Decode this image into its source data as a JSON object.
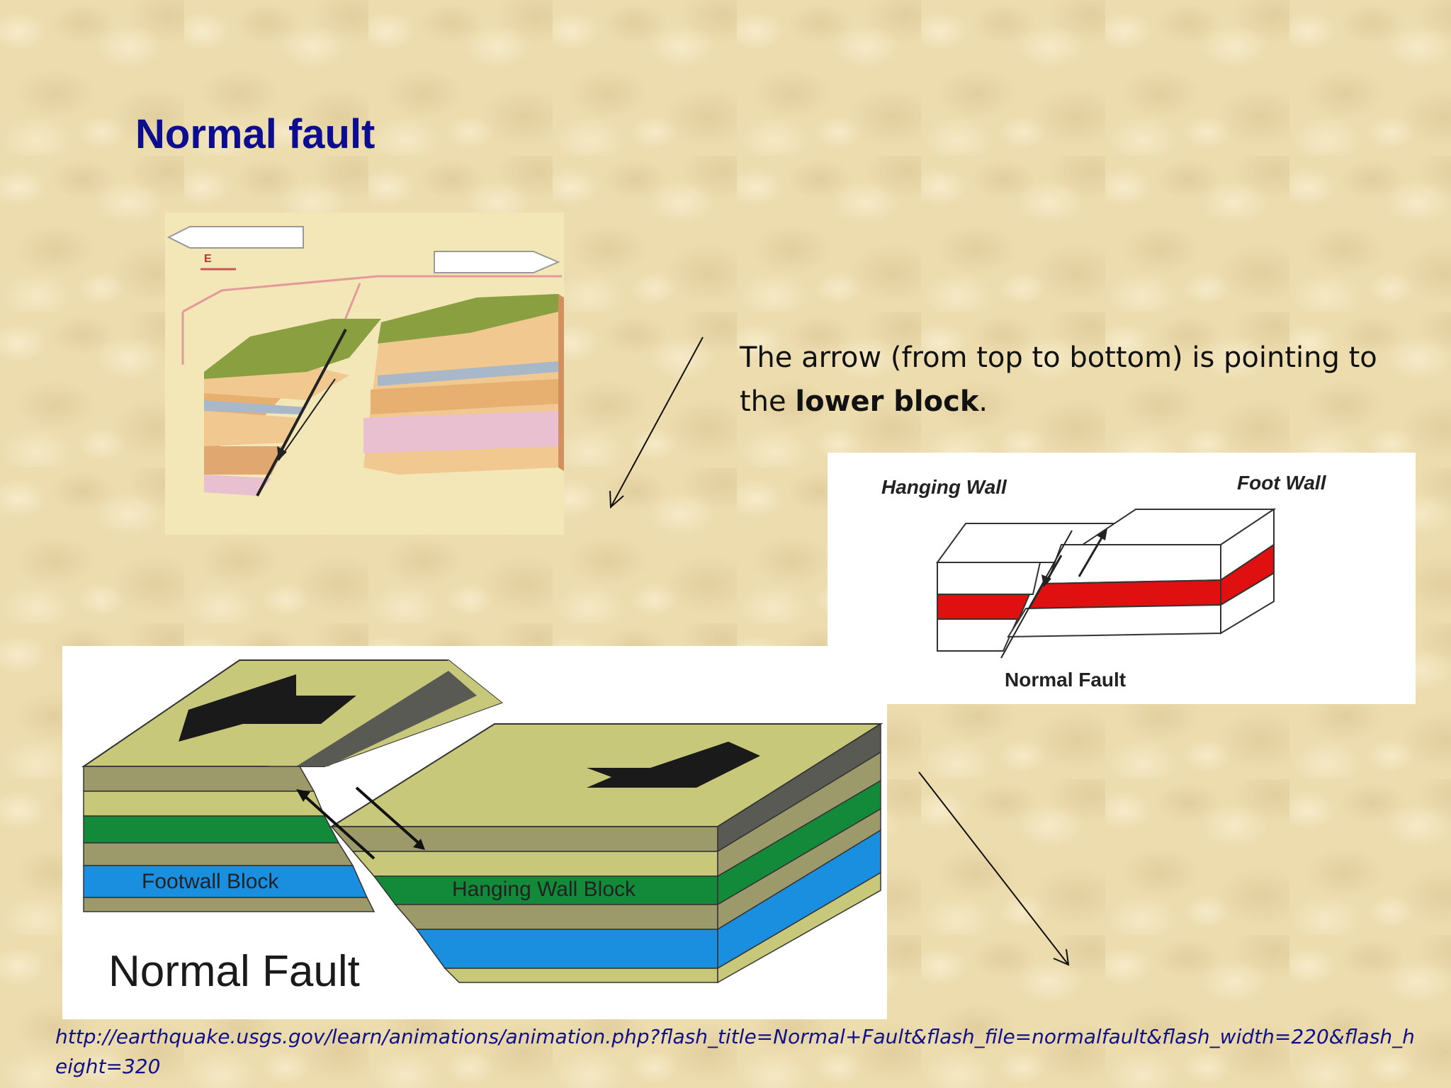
{
  "slide": {
    "title": "Normal fault",
    "caption_prefix": "The arrow (from top to bottom) is pointing to the ",
    "caption_bold": "lower block",
    "caption_suffix": ".",
    "source_url": "http://earthquake.usgs.gov/learn/animations/animation.php?flash_title=Normal+Fault&flash_file=normalfault&flash_width=220&flash_height=320"
  },
  "figure_a": {
    "scale_letter": "E"
  },
  "figure_b": {
    "label_hanging": "Hanging Wall",
    "label_foot": "Foot Wall",
    "label_fault": "Normal  Fault"
  },
  "figure_c": {
    "label_footwall": "Footwall Block",
    "label_hanging": "Hanging Wall Block",
    "title": "Normal Fault"
  },
  "colors": {
    "title": "#0d0d8f",
    "link": "#10108a",
    "red_layer": "#e01010",
    "green_layer": "#128a3a",
    "blue_layer": "#1a8fe0",
    "olive_layer": "#c8c87a"
  }
}
